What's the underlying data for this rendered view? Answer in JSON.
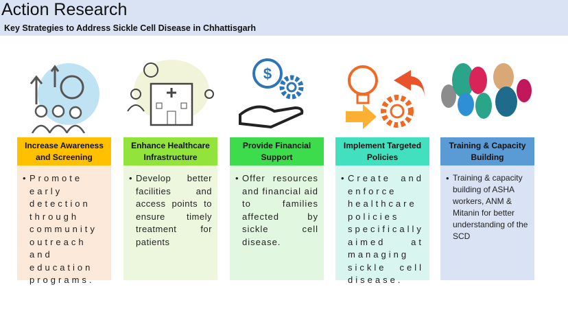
{
  "header": {
    "title": "Action Research",
    "subtitle": "Key Strategies to Address Sickle Cell Disease in Chhattisgarh"
  },
  "strategies": [
    {
      "title": "Increase Awareness and Screening",
      "text": "Promote early detection through community outreach and education programs.",
      "header_color": "#ffc000",
      "body_color": "#fde9d9",
      "icon": "awareness-icon"
    },
    {
      "title": "Enhance Healthcare Infrastructure",
      "text": "Develop better facilities and access points to ensure timely treatment for patients",
      "header_color": "#92e43c",
      "body_color": "#ecf7de",
      "icon": "hospital-icon"
    },
    {
      "title": "Provide Financial Support",
      "text": "Offer resources and financial aid to families affected by sickle cell disease.",
      "header_color": "#3ddc4c",
      "body_color": "#e2f7e0",
      "icon": "financial-support-icon"
    },
    {
      "title": "Implement Targeted Policies",
      "text": "Create and enforce healthcare policies specifically aimed at managing sickle cell disease.",
      "header_color": "#43e0c0",
      "body_color": "#d9f5ef",
      "icon": "policy-icon"
    },
    {
      "title": "Training & Capacity Building",
      "text": "Training & capacity building of ASHA workers, ANM & Mitanin for better understanding of the SCD",
      "header_color": "#5b9bd5",
      "body_color": "#dae3f3",
      "icon": "training-icon"
    }
  ],
  "bullet": "•"
}
